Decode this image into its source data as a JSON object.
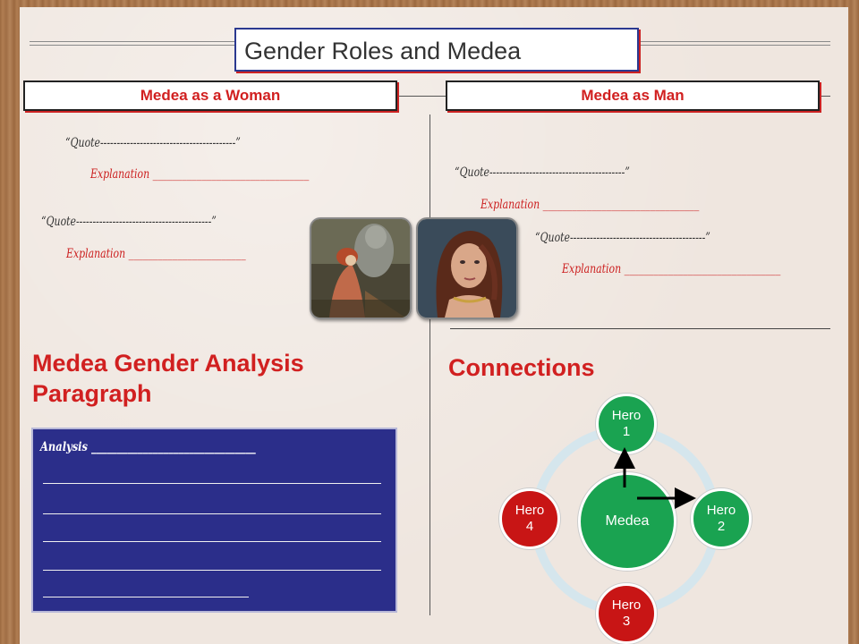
{
  "title": "Gender Roles and Medea",
  "columns": {
    "left_header": "Medea as a Woman",
    "right_header": "Medea as Man"
  },
  "left_entries": [
    {
      "quote": "“Quote-----------------------------------------”",
      "explanation": "Explanation ________________________________"
    },
    {
      "quote": "“Quote-----------------------------------------”",
      "explanation": "Explanation ________________________"
    }
  ],
  "right_entries": [
    {
      "quote": "“Quote-----------------------------------------”",
      "explanation": "Explanation ________________________________"
    },
    {
      "quote": "“Quote-----------------------------------------”",
      "explanation": "Explanation ________________________________"
    }
  ],
  "analysis_heading_line1": "Medea Gender Analysis",
  "analysis_heading_line2": "Paragraph",
  "analysis_label": "Analysis ________________________________",
  "connections_heading": "Connections",
  "diagram": {
    "center": "Medea",
    "hero1": [
      "Hero",
      "1"
    ],
    "hero2": [
      "Hero",
      "2"
    ],
    "hero3": [
      "Hero",
      "3"
    ],
    "hero4": [
      "Hero",
      "4"
    ],
    "colors": {
      "center": "#1aa351",
      "green_text": "#1aa351",
      "red_text": "#c81515",
      "ring": "#d5e6ed"
    }
  },
  "images": {
    "left_portrait": "painting-of-kneeling-woman-with-armored-knight",
    "right_portrait": "painting-of-dark-haired-woman"
  }
}
